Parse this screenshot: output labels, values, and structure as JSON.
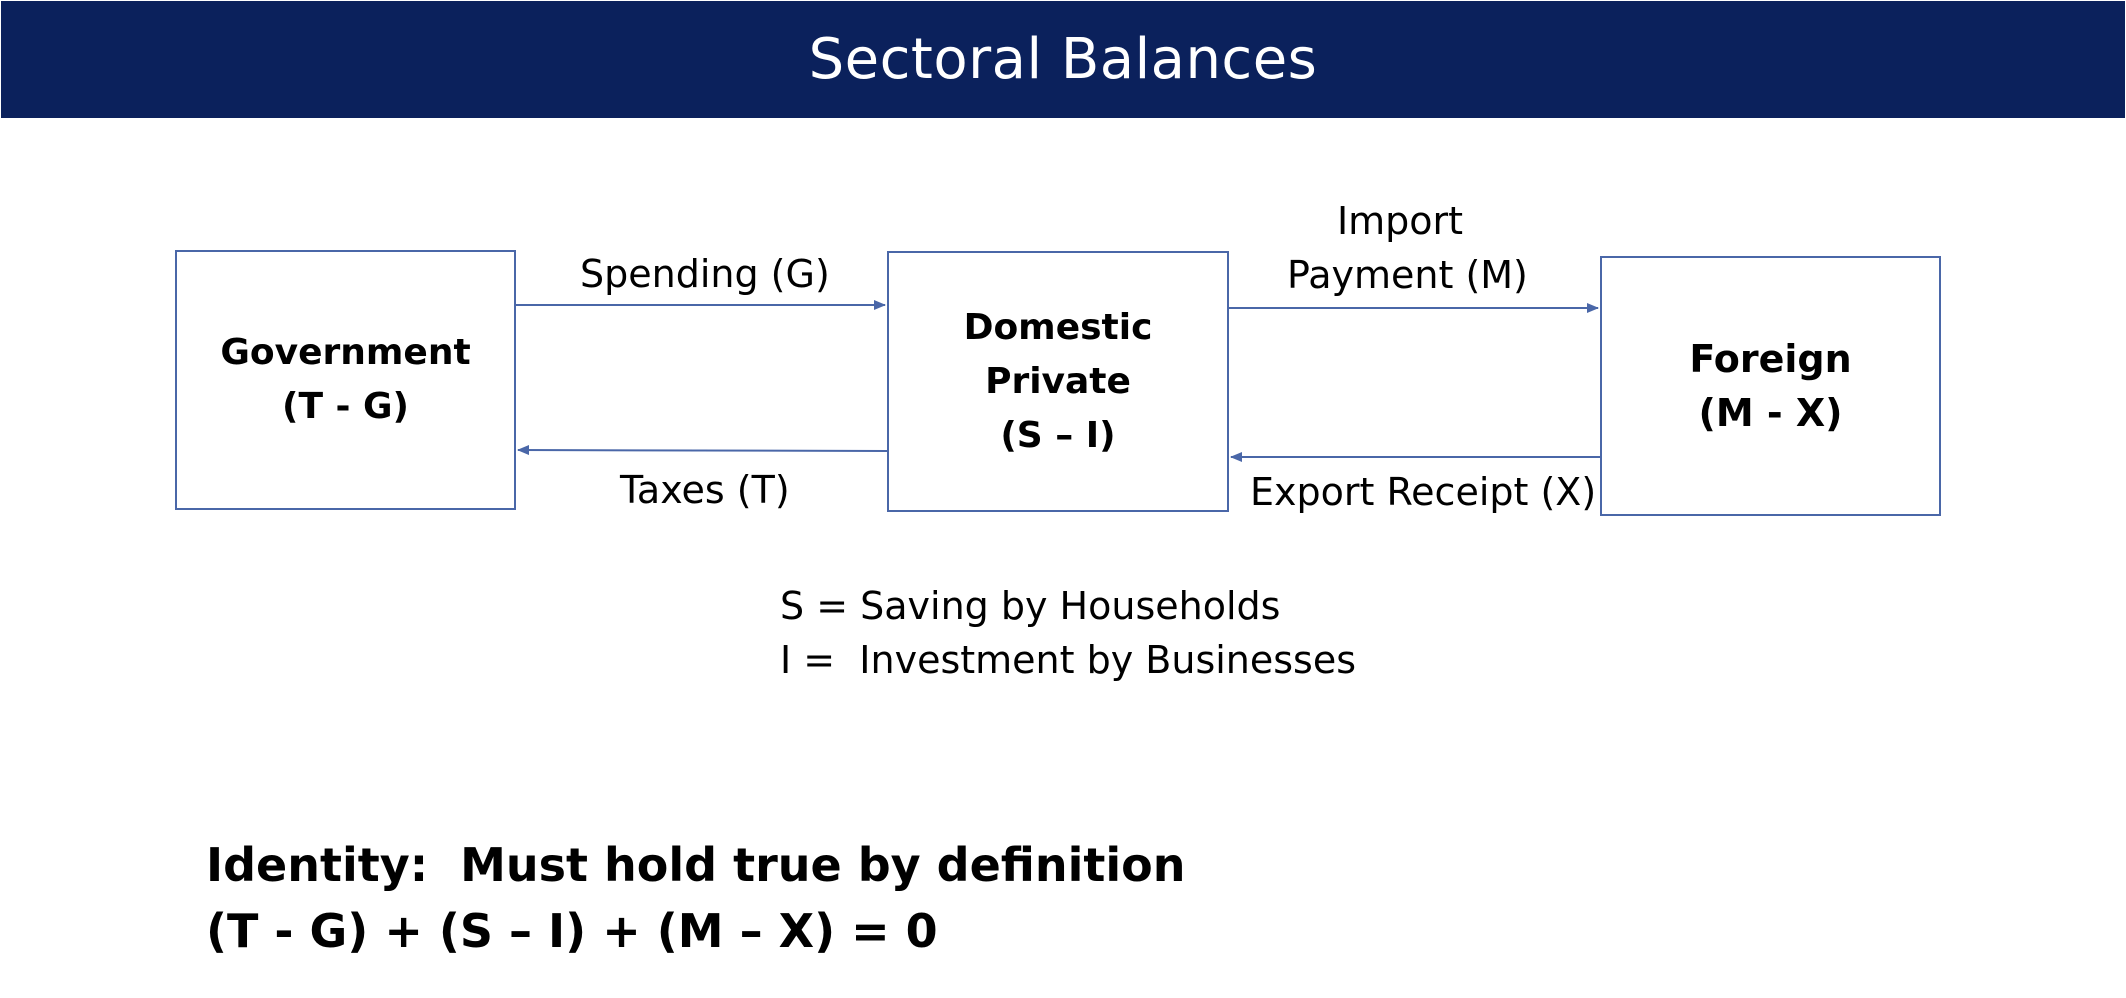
{
  "header": {
    "title": "Sectoral Balances",
    "background_color": "#0b215c"
  },
  "nodes": {
    "government": {
      "line1": "Government",
      "line2": "(T - G)"
    },
    "domestic": {
      "line1": "Domestic",
      "line2": "Private",
      "line3": "(S – I)"
    },
    "foreign": {
      "line1": "Foreign",
      "line2": "(M - X)"
    }
  },
  "flows": {
    "spending": "Spending (G)",
    "taxes": "Taxes (T)",
    "import_line1": "Import",
    "import_line2": "Payment (M)",
    "export": "Export Receipt (X)"
  },
  "legend": {
    "s_def": "S = Saving by Households",
    "i_def": "I =  Investment by Businesses"
  },
  "identity": {
    "heading": "Identity:  Must hold true by definition",
    "equation": "(T - G) + (S – I) + (M – X) = 0"
  },
  "colors": {
    "box_border": "#4a67a8",
    "arrow": "#4a67a8"
  }
}
